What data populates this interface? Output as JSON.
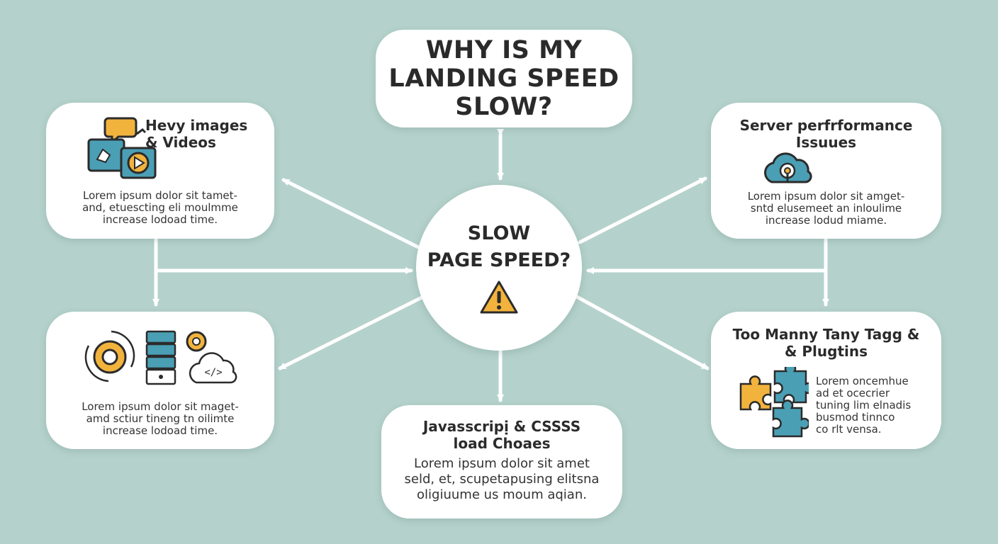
{
  "title": {
    "lines": [
      "WHY IS MY",
      "LANDING SPEED",
      "SLOW?"
    ]
  },
  "hub": {
    "lines": [
      "SLOW",
      "PAGE SPEED?"
    ],
    "icon": "warning-icon"
  },
  "cards": {
    "images": {
      "title_lines": [
        "Hevy images",
        "& Videos"
      ],
      "desc_lines": [
        "Lorem ipsum dolor sit tamet-",
        "and, etuescting eli moulmme",
        "increase lodoad time."
      ],
      "icons": [
        "chat-bubble-icon",
        "image-icon",
        "play-icon"
      ]
    },
    "server": {
      "title_lines": [
        "Server perfrformance",
        "Issuues"
      ],
      "desc_lines": [
        "Lorem ipsum dolor sit amget-",
        "sntd elusemeet an inloulime",
        "increase lodud miame."
      ],
      "icons": [
        "cloud-icon"
      ]
    },
    "scripts": {
      "desc_lines": [
        "Lorem ipsum dolor sit maget-",
        "amd sctiur tineng tn oilimte",
        "increase lodoad time."
      ],
      "icons": [
        "gear-cycle-icon",
        "server-icon",
        "gear-icon",
        "cloud-code-icon"
      ],
      "code_glyph": "</>"
    },
    "javascript": {
      "title_lines": [
        "Javasscripị & CSSSS",
        "load Choaes"
      ],
      "desc_lines": [
        "Lorem ipsum dolor sit amet",
        "seld, et, scupetapusing elitsna",
        "oligiuume us moum aqian."
      ]
    },
    "tags": {
      "title_lines": [
        "Too Manny Tany Tagg &",
        "& Plugtins"
      ],
      "desc_lines": [
        "Lorem oncemhue",
        "ad et ocecrier",
        "tuning lim elnadis",
        "busmod tinnco",
        "co rlt vensa."
      ],
      "icons": [
        "puzzle-icon"
      ]
    }
  },
  "colors": {
    "background": "#b4d2cb",
    "teal": "#4a9fb5",
    "yellow": "#f2b33d",
    "dark": "#2b2b2b",
    "arrow": "#ffffff"
  }
}
